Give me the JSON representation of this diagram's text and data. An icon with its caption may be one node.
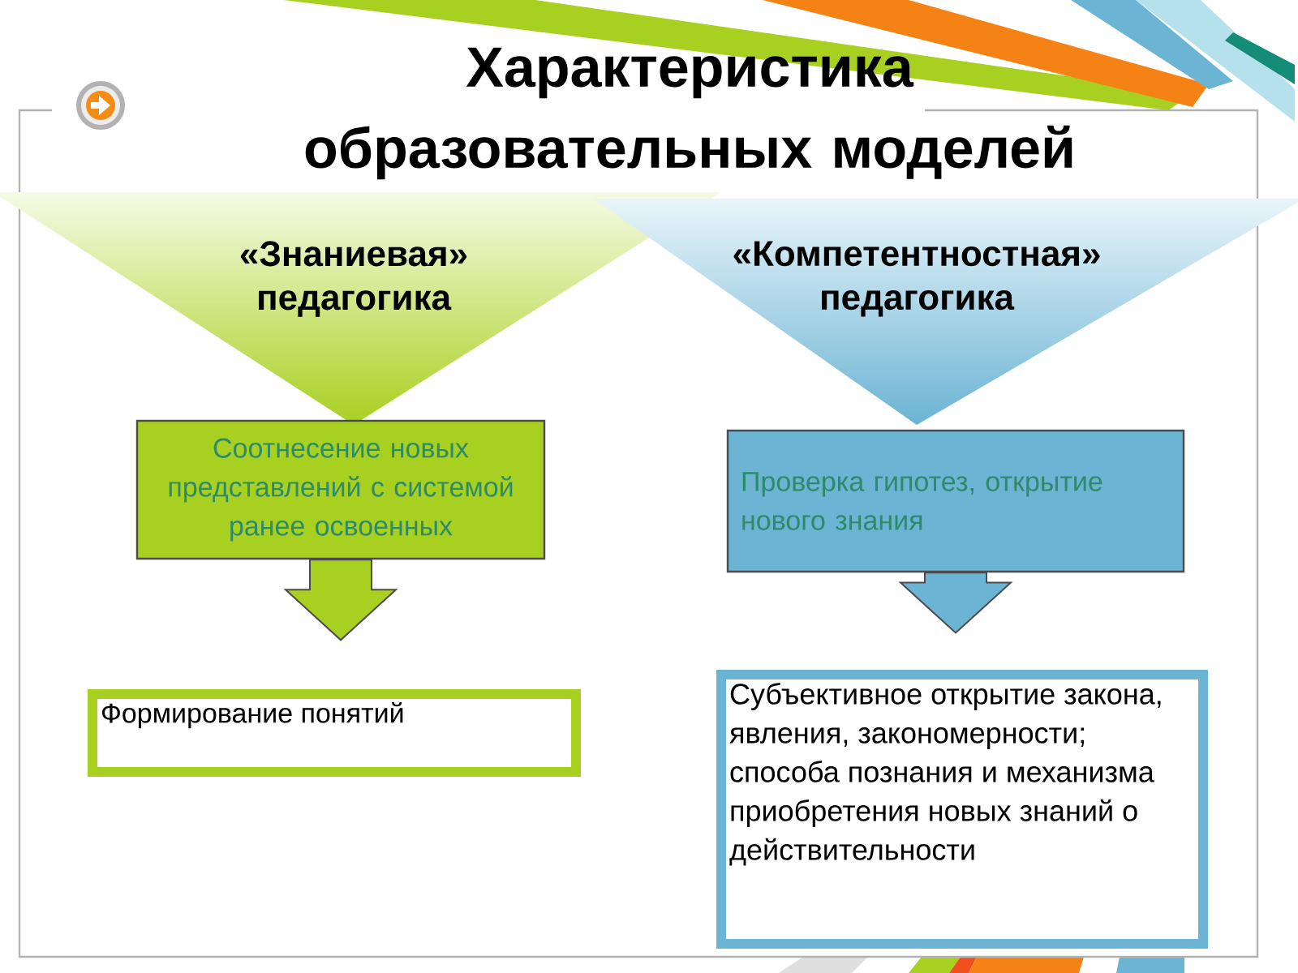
{
  "diagram": {
    "title": "Характеристика образовательных моделей",
    "nodes": [
      {
        "text": [
          "«Знаниевая» педагогика"
        ]
      },
      {
        "text": [
          "«Компетентностная» педагогика"
        ]
      },
      {
        "text": [
          "Соотнесение новых представлений с системой ранее освоенных"
        ]
      },
      {
        "text": [
          "Проверка гипотез, открытие нового знания"
        ]
      },
      {
        "text": [
          "Формирование понятий"
        ]
      },
      {
        "text": [
          "Субъективное открытие закона, явления, закономерности; способа познания и механизма приобретения новых знаний о действительности"
        ]
      }
    ],
    "edges": [
      {
        "from": 2,
        "to": 4,
        "arrow": "to",
        "color": "#a8d020"
      },
      {
        "from": 3,
        "to": 5,
        "arrow": "to",
        "color": "#6cb4d4"
      }
    ]
  }
}
